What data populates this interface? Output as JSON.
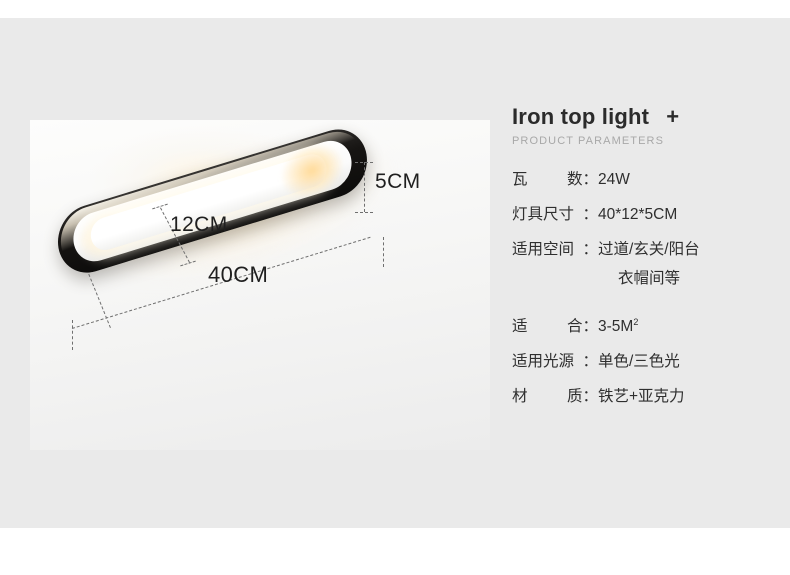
{
  "header": {
    "title": "Iron top light",
    "plus_icon": "plus-icon",
    "subtitle": "PRODUCT PARAMETERS"
  },
  "colors": {
    "panel_bg": "#eaeaea",
    "page_bg": "#ffffff",
    "text": "#2f2f2f",
    "subtitle": "#a8a8a8",
    "lamp_body": "#171513"
  },
  "specs": [
    {
      "label_a": "瓦",
      "label_b": "数",
      "colon": "：",
      "value": "24W",
      "gap": false
    },
    {
      "label_a": "灯具尺寸",
      "label_b": "",
      "colon": "：",
      "value": "40*12*5CM",
      "gap": false
    },
    {
      "label_a": "适用空间",
      "label_b": "",
      "colon": "：",
      "value": "过道/玄关/阳台",
      "gap": false
    },
    {
      "label_a": "适",
      "label_b": "合",
      "colon": "：",
      "value": "3-5M",
      "sup": "2",
      "gap": true
    },
    {
      "label_a": "适用光源",
      "label_b": "",
      "colon": "：",
      "value": "单色/三色光",
      "gap": false
    },
    {
      "label_a": "材",
      "label_b": "质",
      "colon": "：",
      "value": "铁艺+亚克力",
      "gap": false
    }
  ],
  "spec_wrap_line": "衣帽间等",
  "dimensions": {
    "height": "5CM",
    "width": "12CM",
    "length": "40CM"
  },
  "product_image": {
    "alt": "iron-ceiling-lamp-render"
  }
}
